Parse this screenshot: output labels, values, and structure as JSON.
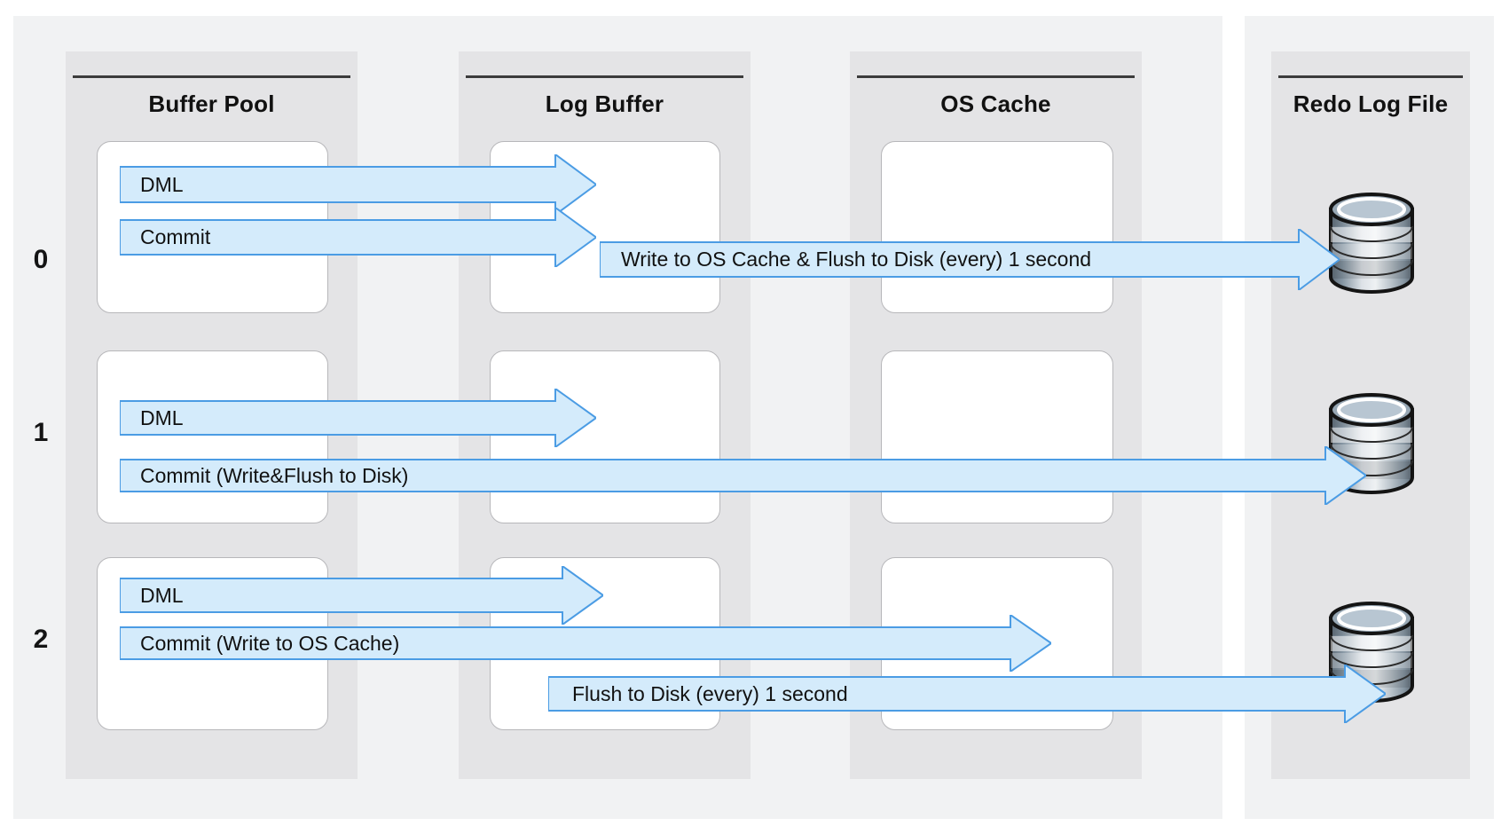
{
  "columns": [
    {
      "title": "Buffer Pool"
    },
    {
      "title": "Log Buffer"
    },
    {
      "title": "OS Cache"
    }
  ],
  "redo_column": {
    "title": "Redo Log File"
  },
  "row_labels": [
    "0",
    "1",
    "2"
  ],
  "arrows": {
    "r0_dml": "DML",
    "r0_commit": "Commit",
    "r0_write_flush": "Write to OS Cache & Flush to Disk (every) 1 second",
    "r1_dml": "DML",
    "r1_commit": "Commit (Write&Flush to Disk)",
    "r2_dml": "DML",
    "r2_commit": "Commit (Write to OS Cache)",
    "r2_flush": "Flush to Disk (every) 1 second"
  },
  "icons": {
    "redo_log_target": "database-cylinder-icon"
  },
  "colors": {
    "arrow_fill": "#d4ebfb",
    "arrow_border": "#4b9ce4",
    "outer_panel": "#f1f2f3",
    "column_panel": "#e4e4e6",
    "header_rule": "#3c3c3c",
    "box_border": "#b7b7ba"
  }
}
